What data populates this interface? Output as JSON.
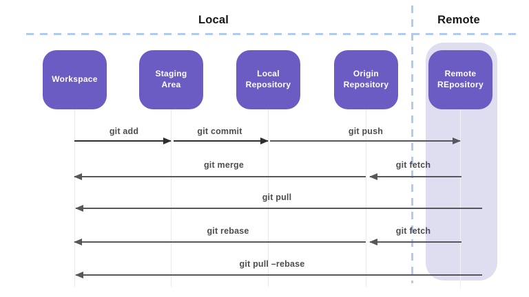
{
  "diagram": {
    "local_title": "Local",
    "remote_title": "Remote",
    "nodes": [
      {
        "label": "Workspace"
      },
      {
        "label": "Staging\nArea"
      },
      {
        "label": "Local\nRepository"
      },
      {
        "label": "Origin\nRepository"
      },
      {
        "label": "Remote\nREpository"
      }
    ],
    "arrows": [
      {
        "label": "git add",
        "from": "Workspace",
        "to": "Staging Area",
        "direction": "right"
      },
      {
        "label": "git commit",
        "from": "Staging Area",
        "to": "Local Repository",
        "direction": "right"
      },
      {
        "label": "git push",
        "from": "Local Repository",
        "to": "Remote Repository",
        "direction": "right"
      },
      {
        "label": "git merge",
        "from": "Origin Repository",
        "to": "Workspace",
        "direction": "left"
      },
      {
        "label": "git fetch",
        "from": "Remote Repository",
        "to": "Origin Repository",
        "direction": "left"
      },
      {
        "label": "git pull",
        "from": "Remote Repository",
        "to": "Workspace",
        "direction": "left"
      },
      {
        "label": "git rebase",
        "from": "Origin Repository",
        "to": "Workspace",
        "direction": "left"
      },
      {
        "label": "git fetch",
        "from": "Remote Repository",
        "to": "Origin Repository",
        "direction": "left"
      },
      {
        "label": "git pull –rebase",
        "from": "Remote Repository",
        "to": "Workspace",
        "direction": "left"
      }
    ],
    "colors": {
      "node_fill": "#6a5cc3",
      "node_text": "#ffffff",
      "remote_lane": "#dfddf0",
      "divider_dash": "#b4c9f0",
      "arrow_dark": "#2e2e31",
      "arrow_gray": "#56565c",
      "label_text": "#4c4c52"
    }
  }
}
